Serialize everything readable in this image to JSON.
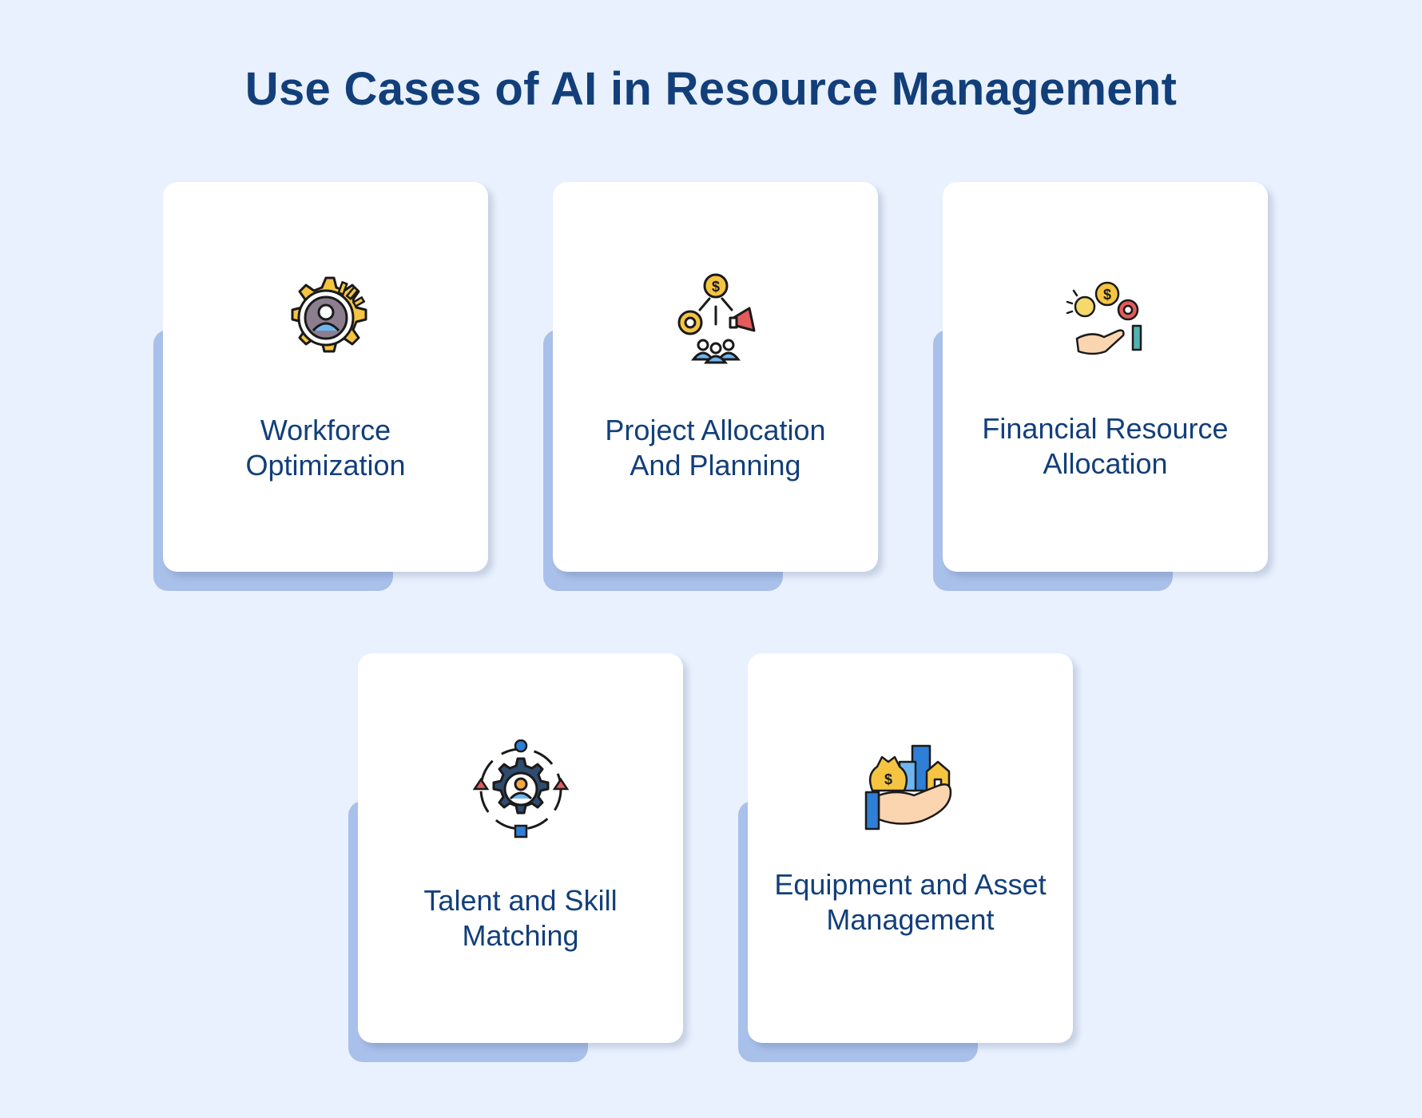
{
  "title": "Use Cases of AI in Resource Management",
  "colors": {
    "background": "#e9f1fe",
    "card": "#ffffff",
    "card_shadow": "#a9c0ea",
    "text": "#123f7a"
  },
  "cards": [
    {
      "label": "Workforce Optimization",
      "icon": "gear-with-person-icon"
    },
    {
      "label": "Project Allocation And Planning",
      "icon": "project-network-icon"
    },
    {
      "label": "Financial Resource Allocation",
      "icon": "hand-with-coins-gear-bulb-icon"
    },
    {
      "label": "Talent and Skill Matching",
      "icon": "gear-target-person-icon"
    },
    {
      "label": "Equipment and Asset Management",
      "icon": "hand-holding-assets-icon"
    }
  ]
}
